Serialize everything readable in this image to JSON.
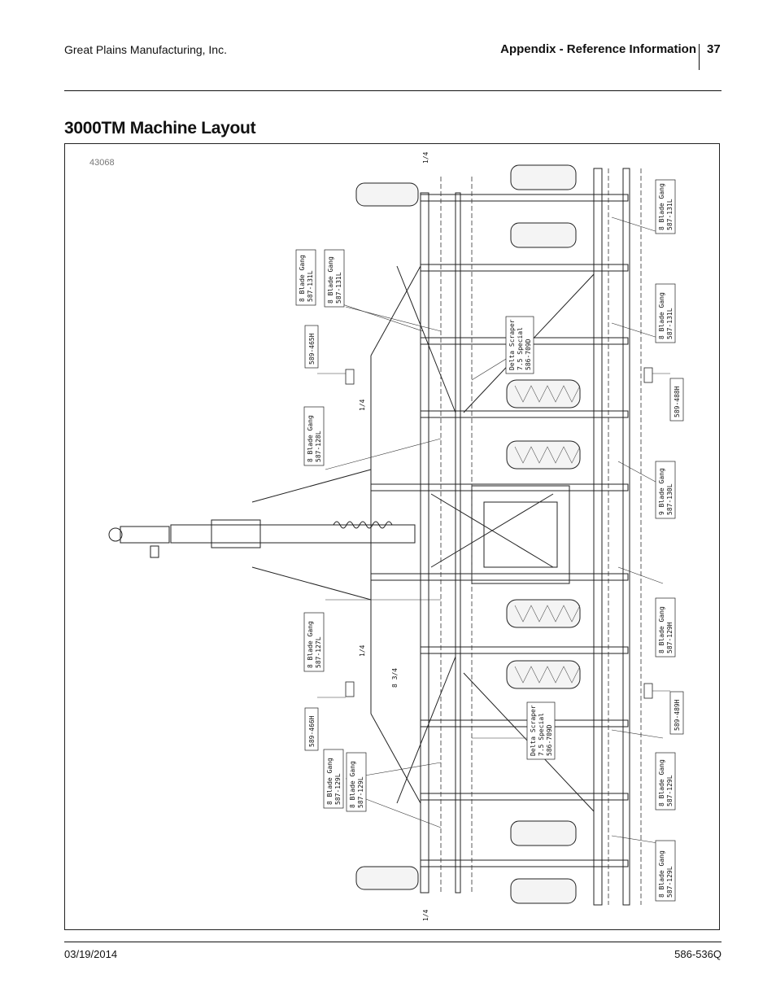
{
  "header": {
    "company": "Great Plains Manufacturing, Inc.",
    "section": "Appendix - Reference Information",
    "page_number": "37"
  },
  "title": "3000TM Machine Layout",
  "figure": {
    "number": "43068",
    "labels": {
      "gang_8_131L_a_l1": "8 Blade Gang",
      "gang_8_131L_a_l2": "587-131L",
      "gang_8_131L_b_l1": "8 Blade Gang",
      "gang_8_131L_b_l2": "587-131L",
      "gang_8_131L_c_l1": "8 Blade Gang",
      "gang_8_131L_c_l2": "587-131L",
      "gang_8_131L_d_l1": "8 Blade Gang",
      "gang_8_131L_d_l2": "587-131L",
      "scraper_top_l1": "Delta Scraper",
      "scraper_top_l2": "7.5 Special",
      "scraper_top_l3": "586-709D",
      "scraper_bot_l1": "Delta Scraper",
      "scraper_bot_l2": "7.5 Special",
      "scraper_bot_l3": "586-709D",
      "part_465H": "589-465H",
      "part_488H": "589-488H",
      "part_466H": "589-466H",
      "part_489H": "589-489H",
      "gang_8_128L_l1": "8 Blade Gang",
      "gang_8_128L_l2": "587-128L",
      "gang_9_130L_l1": "9 Blade Gang",
      "gang_9_130L_l2": "587-130L",
      "gang_8_127L_l1": "8 Blade Gang",
      "gang_8_127L_l2": "587-127L",
      "gang_8_129H_l1": "8 Blade Gang",
      "gang_8_129H_l2": "587-129H",
      "gang_8_129L_a_l1": "8 Blade Gang",
      "gang_8_129L_a_l2": "587-129L",
      "gang_8_129L_b_l1": "8 Blade Gang",
      "gang_8_129L_b_l2": "587-129L",
      "gang_8_129L_c_l1": "8 Blade Gang",
      "gang_8_129L_c_l2": "587-129L",
      "gang_8_129L_d_l1": "8 Blade Gang",
      "gang_8_129L_d_l2": "587-129L",
      "dim_quarter_1": "1/4",
      "dim_quarter_2": "1/4",
      "dim_quarter_3": "1/4",
      "dim_quarter_4": "1/4",
      "dim_8_3_4": "8 3/4"
    }
  },
  "footer": {
    "date": "03/19/2014",
    "doc_number": "586-536Q"
  }
}
